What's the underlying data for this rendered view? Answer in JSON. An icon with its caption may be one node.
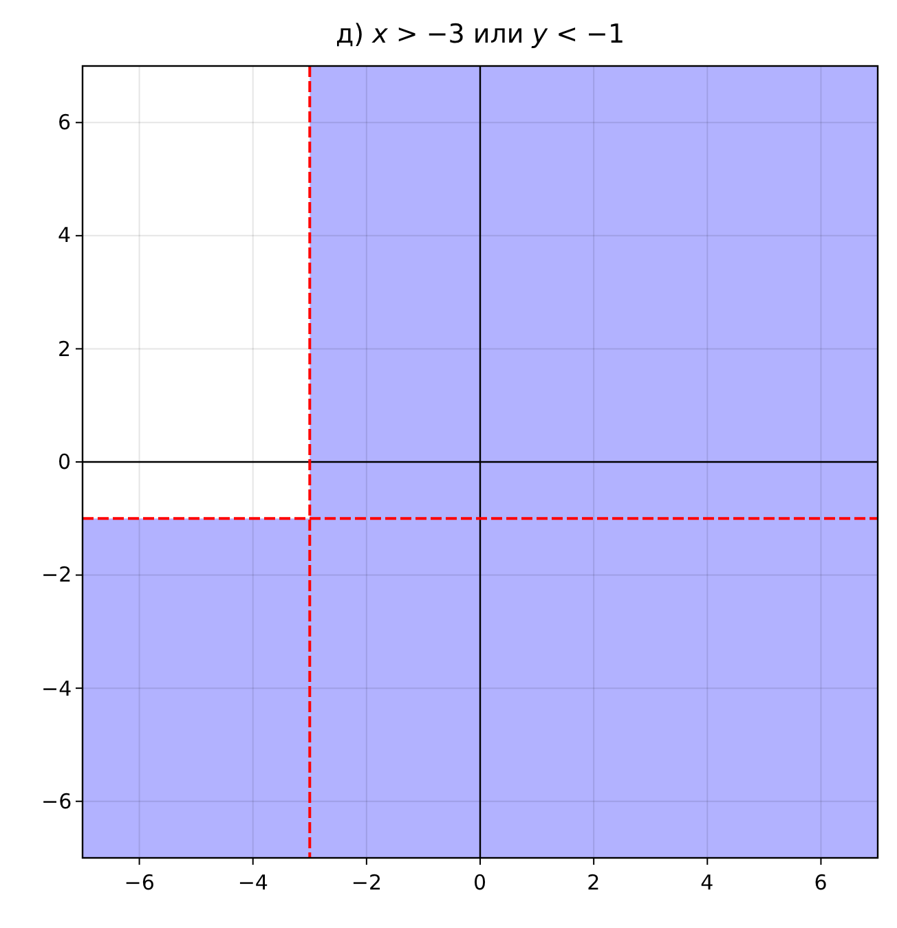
{
  "diagram": {
    "chart_data": {
      "type": "area",
      "title": "д) *x* > −3 или *y* < −1",
      "xlim": [
        -7,
        7
      ],
      "ylim": [
        -7,
        7
      ],
      "xticks": [
        {
          "value": -6,
          "label": "−6"
        },
        {
          "value": -4,
          "label": "−4"
        },
        {
          "value": -2,
          "label": "−2"
        },
        {
          "value": 0,
          "label": "0"
        },
        {
          "value": 2,
          "label": "2"
        },
        {
          "value": 4,
          "label": "4"
        },
        {
          "value": 6,
          "label": "6"
        }
      ],
      "yticks": [
        {
          "value": -6,
          "label": "−6"
        },
        {
          "value": -4,
          "label": "−4"
        },
        {
          "value": -2,
          "label": "−2"
        },
        {
          "value": 0,
          "label": "0"
        },
        {
          "value": 2,
          "label": "2"
        },
        {
          "value": 4,
          "label": "4"
        },
        {
          "value": 6,
          "label": "6"
        }
      ],
      "grid": true,
      "bands": [
        {
          "axis": "x",
          "from": -3,
          "to": 7,
          "color": "#b2b2ff"
        },
        {
          "axis": "y",
          "from": -7,
          "to": -1,
          "color": "#b2b2ff"
        }
      ],
      "ref_lines": [
        {
          "axis": "x",
          "value": -3,
          "color": "#ff0000"
        },
        {
          "axis": "y",
          "value": -1,
          "color": "#ff0000"
        }
      ]
    }
  }
}
